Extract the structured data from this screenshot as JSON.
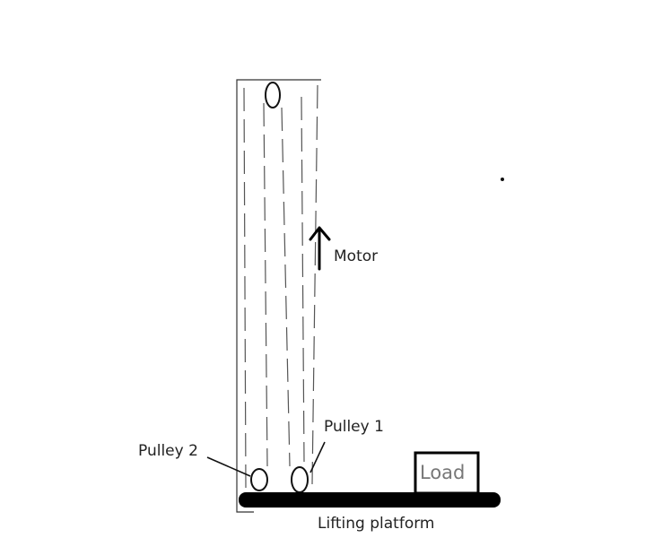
{
  "labels": {
    "motor": "Motor",
    "pulley1": "Pulley 1",
    "pulley2": "Pulley 2",
    "load": "Load",
    "platform": "Lifting platform"
  },
  "colors": {
    "ink": "#111111",
    "rope": "#555555",
    "platform": "#000000",
    "load_text": "#777777"
  }
}
